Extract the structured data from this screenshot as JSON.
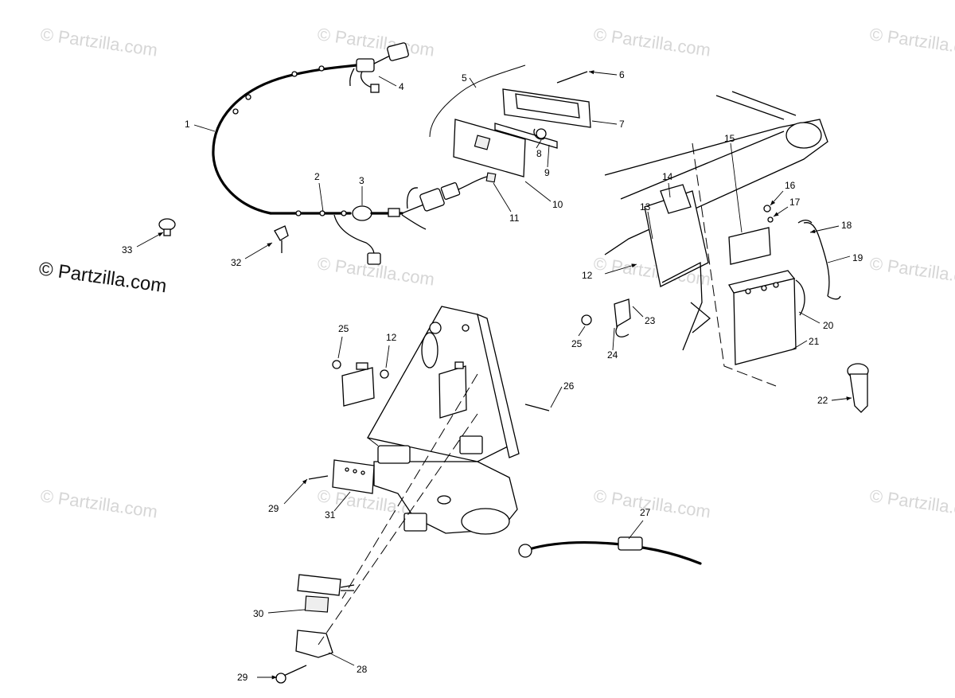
{
  "watermarks": {
    "tile": "© Partzilla.com",
    "main": "© Partzilla.com"
  },
  "callouts": [
    "1",
    "2",
    "3",
    "4",
    "5",
    "6",
    "7",
    "8",
    "9",
    "10",
    "11",
    "12",
    "13",
    "14",
    "15",
    "16",
    "17",
    "18",
    "19",
    "20",
    "21",
    "22",
    "23",
    "24",
    "25",
    "26",
    "27",
    "28",
    "29",
    "30",
    "31",
    "32",
    "33"
  ],
  "colors": {
    "line": "#000000",
    "watermark": "#d6d6d6",
    "background": "#ffffff"
  }
}
